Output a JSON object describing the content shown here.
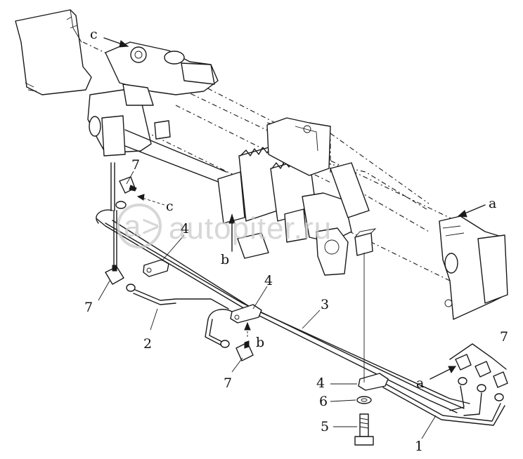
{
  "watermark": {
    "glyph": "a>",
    "text": "autopiter.ru",
    "color": "#c9c9c9"
  },
  "labels": {
    "c_top": "c",
    "c_mid": "c",
    "a_right": "a",
    "a_bottom": "a",
    "b_mid": "b",
    "b_low": "b",
    "n1": "1",
    "n2": "2",
    "n3": "3",
    "n4_top": "4",
    "n4_mid": "4",
    "n4_low": "4",
    "n5": "5",
    "n6": "6",
    "n7_top": "7",
    "n7_left": "7",
    "n7_bottom": "7",
    "n7_right": "7"
  },
  "colors": {
    "line": "#1a1a1a",
    "background": "#ffffff"
  }
}
